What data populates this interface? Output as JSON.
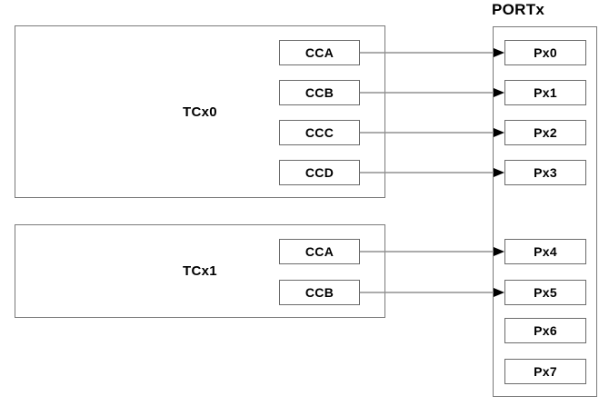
{
  "port": {
    "label": "PORTx",
    "pins": [
      "Px0",
      "Px1",
      "Px2",
      "Px3",
      "Px4",
      "Px5",
      "Px6",
      "Px7"
    ]
  },
  "blocks": [
    {
      "id": "tcx0",
      "label": "TCx0",
      "channels": [
        "CCA",
        "CCB",
        "CCC",
        "CCD"
      ]
    },
    {
      "id": "tcx1",
      "label": "TCx1",
      "channels": [
        "CCA",
        "CCB"
      ]
    }
  ],
  "connections": [
    {
      "from": "tcx0-cca",
      "to": "px0"
    },
    {
      "from": "tcx0-ccb",
      "to": "px1"
    },
    {
      "from": "tcx0-ccc",
      "to": "px2"
    },
    {
      "from": "tcx0-ccd",
      "to": "px3"
    },
    {
      "from": "tcx1-cca",
      "to": "px4"
    },
    {
      "from": "tcx1-ccb",
      "to": "px5"
    }
  ],
  "colors": {
    "background": "#ffffff",
    "box_border": "#6b6b6b",
    "outer_border": "#7a7a7a",
    "connector_line": "#909090",
    "arrowhead": "#000000",
    "text": "#000000"
  }
}
